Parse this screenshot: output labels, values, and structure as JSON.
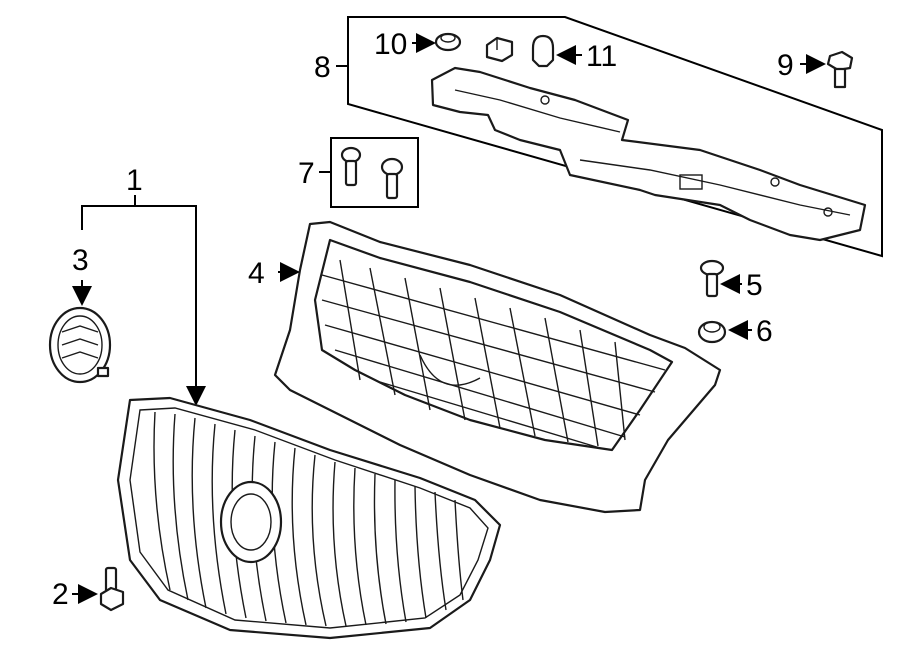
{
  "callouts": {
    "c1": "1",
    "c2": "2",
    "c3": "3",
    "c4": "4",
    "c5": "5",
    "c6": "6",
    "c7": "7",
    "c8": "8",
    "c9": "9",
    "c10": "10",
    "c11": "11"
  },
  "icons": {
    "emblem": "emblem-icon",
    "bolt": "bolt-icon",
    "nut": "nut-icon",
    "clip": "clip-icon"
  }
}
